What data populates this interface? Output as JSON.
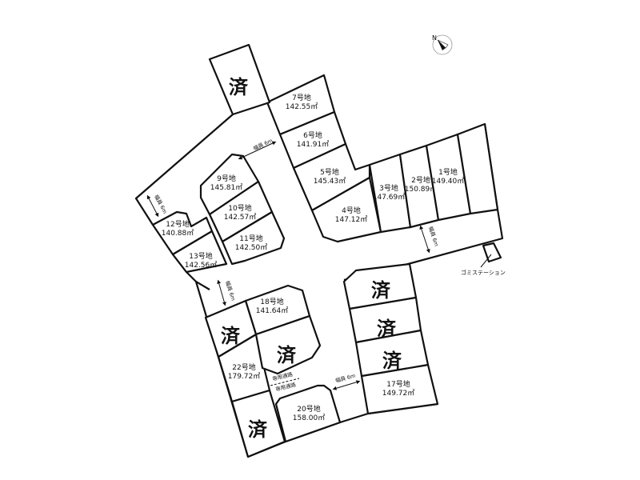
{
  "lots": [
    {
      "id": "lot-7",
      "number": "7号地",
      "area": "142.55㎡",
      "sold": false
    },
    {
      "id": "lot-6",
      "number": "6号地",
      "area": "141.91㎡",
      "sold": false
    },
    {
      "id": "lot-5",
      "number": "5号地",
      "area": "145.43㎡",
      "sold": false
    },
    {
      "id": "lot-4",
      "number": "4号地",
      "area": "147.12㎡",
      "sold": false
    },
    {
      "id": "lot-3",
      "number": "3号地",
      "area": "147.69㎡",
      "sold": false
    },
    {
      "id": "lot-2",
      "number": "2号地",
      "area": "150.89㎡",
      "sold": false
    },
    {
      "id": "lot-1",
      "number": "1号地",
      "area": "149.40㎡",
      "sold": false
    },
    {
      "id": "lot-east-end",
      "number": "",
      "area": "",
      "sold": false
    },
    {
      "id": "lot-9",
      "number": "9号地",
      "area": "145.81㎡",
      "sold": false
    },
    {
      "id": "lot-10",
      "number": "10号地",
      "area": "142.57㎡",
      "sold": false
    },
    {
      "id": "lot-11",
      "number": "11号地",
      "area": "142.50㎡",
      "sold": false
    },
    {
      "id": "lot-12",
      "number": "12号地",
      "area": "140.88㎡",
      "sold": false
    },
    {
      "id": "lot-13",
      "number": "13号地",
      "area": "142.56㎡",
      "sold": false
    },
    {
      "id": "lot-18",
      "number": "18号地",
      "area": "141.64㎡",
      "sold": false
    },
    {
      "id": "lot-22",
      "number": "22号地",
      "area": "179.72㎡",
      "sold": false
    },
    {
      "id": "lot-20",
      "number": "20号地",
      "area": "158.00㎡",
      "sold": false
    },
    {
      "id": "lot-17",
      "number": "17号地",
      "area": "149.72㎡",
      "sold": false
    },
    {
      "id": "lot-sold-north",
      "number": "",
      "area": "",
      "sold": true
    },
    {
      "id": "lot-sold-sw1",
      "number": "",
      "area": "",
      "sold": true
    },
    {
      "id": "lot-sold-center",
      "number": "",
      "area": "",
      "sold": true
    },
    {
      "id": "lot-sold-sw2",
      "number": "",
      "area": "",
      "sold": true
    },
    {
      "id": "lot-sold-e1",
      "number": "",
      "area": "",
      "sold": true
    },
    {
      "id": "lot-sold-e2",
      "number": "",
      "area": "",
      "sold": true
    },
    {
      "id": "lot-sold-e3",
      "number": "",
      "area": "",
      "sold": true
    }
  ],
  "sold_mark": "済",
  "road_width_label": "幅員 6m",
  "private_path_label": "専用通路",
  "garbage_station_label": "ゴミステーション",
  "compass_label": "N"
}
